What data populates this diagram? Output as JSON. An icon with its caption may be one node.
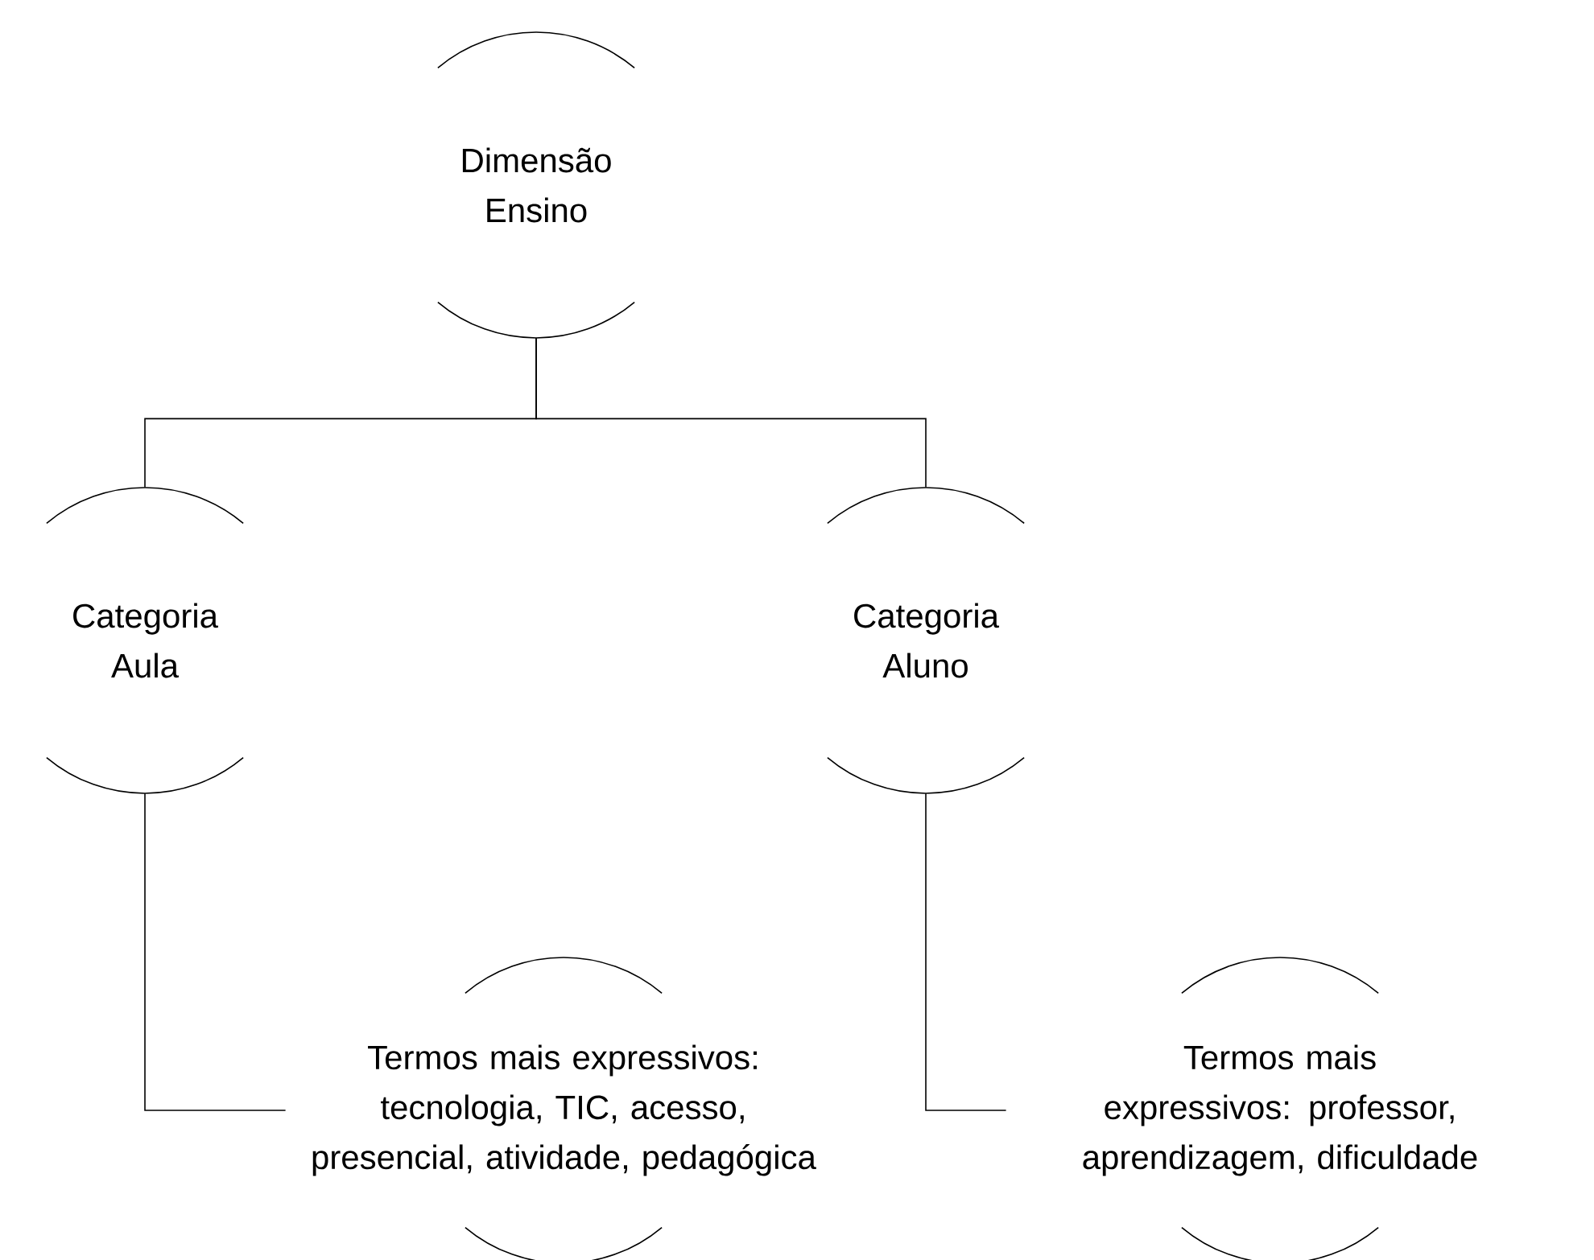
{
  "diagram": {
    "nodes": [
      {
        "text": [
          "Dimensão Ensino"
        ]
      },
      {
        "text": [
          "Categoria Aula"
        ]
      },
      {
        "text": [
          "Categoria Aluno"
        ]
      },
      {
        "text": [
          "Termos mais expressivos: tecnologia, TIC, acesso, presencial, atividade, pedagógica"
        ]
      },
      {
        "text": [
          "Termos mais expressivos: professor, aprendizagem, dificuldade"
        ]
      }
    ],
    "edges": [
      {
        "from": 0,
        "to": 1,
        "arrow": "none"
      },
      {
        "from": 0,
        "to": 2,
        "arrow": "none"
      },
      {
        "from": 1,
        "to": 3,
        "arrow": "none"
      },
      {
        "from": 2,
        "to": 4,
        "arrow": "none"
      }
    ]
  }
}
